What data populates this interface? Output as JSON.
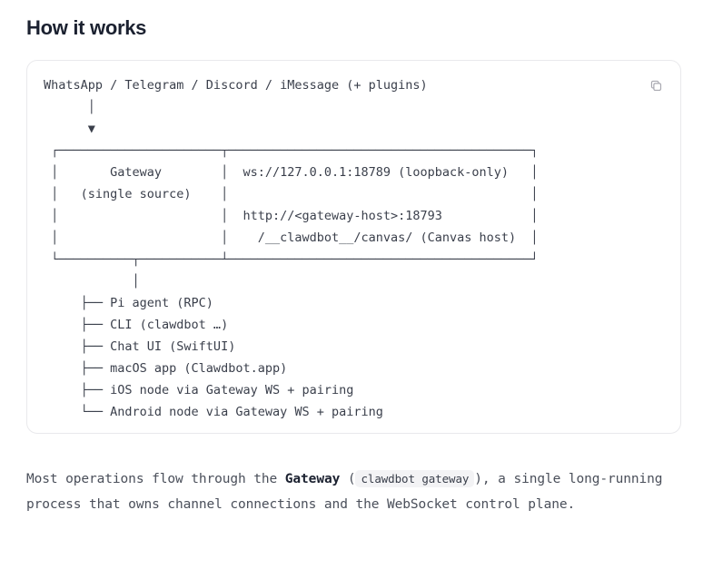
{
  "heading": "How it works",
  "card": {
    "copy_icon": "copy-icon",
    "diagram": {
      "sources_line": "WhatsApp / Telegram / Discord / iMessage (+ plugins)",
      "arrow_stem": "│",
      "arrow_head": "▼",
      "gateway_box": {
        "title": "Gateway",
        "subtitle": "(single source)",
        "endpoints": [
          "ws://127.0.0.1:18789 (loopback-only)",
          "http://<gateway-host>:18793",
          "  /__clawdbot__/canvas/ (Canvas host)"
        ]
      },
      "clients": [
        "Pi agent (RPC)",
        "CLI (clawdbot …)",
        "Chat UI (SwiftUI)",
        "macOS app (Clawdbot.app)",
        "iOS node via Gateway WS + pairing",
        "Android node via Gateway WS + pairing"
      ],
      "raw": "WhatsApp / Telegram / Discord / iMessage (+ plugins)\n      │\n      ▼\n ┌──────────────────────┬─────────────────────────────────────────┐\n │       Gateway        │  ws://127.0.0.1:18789 (loopback-only)   │\n │   (single source)    │                                         │\n │                      │  http://<gateway-host>:18793            │\n │                      │    /__clawdbot__/canvas/ (Canvas host)  │\n └──────────┬───────────┴─────────────────────────────────────────┘\n            │\n     ├── Pi agent (RPC)\n     ├── CLI (clawdbot …)\n     ├── Chat UI (SwiftUI)\n     ├── macOS app (Clawdbot.app)\n     ├── iOS node via Gateway WS + pairing\n     └── Android node via Gateway WS + pairing"
    }
  },
  "paragraph": {
    "lead": "Most operations flow through the ",
    "strong": "Gateway",
    "open_paren": " (",
    "code": "clawdbot gateway",
    "tail": "), a single long-running process that owns channel connections and the WebSocket control plane."
  },
  "colors": {
    "heading": "#1b2130",
    "card_border": "#e9e9ec",
    "mono_text": "#3a3f4b",
    "body_text": "#4a4f5a",
    "inline_code_bg": "#f3f3f5",
    "page_bg": "#ffffff"
  }
}
